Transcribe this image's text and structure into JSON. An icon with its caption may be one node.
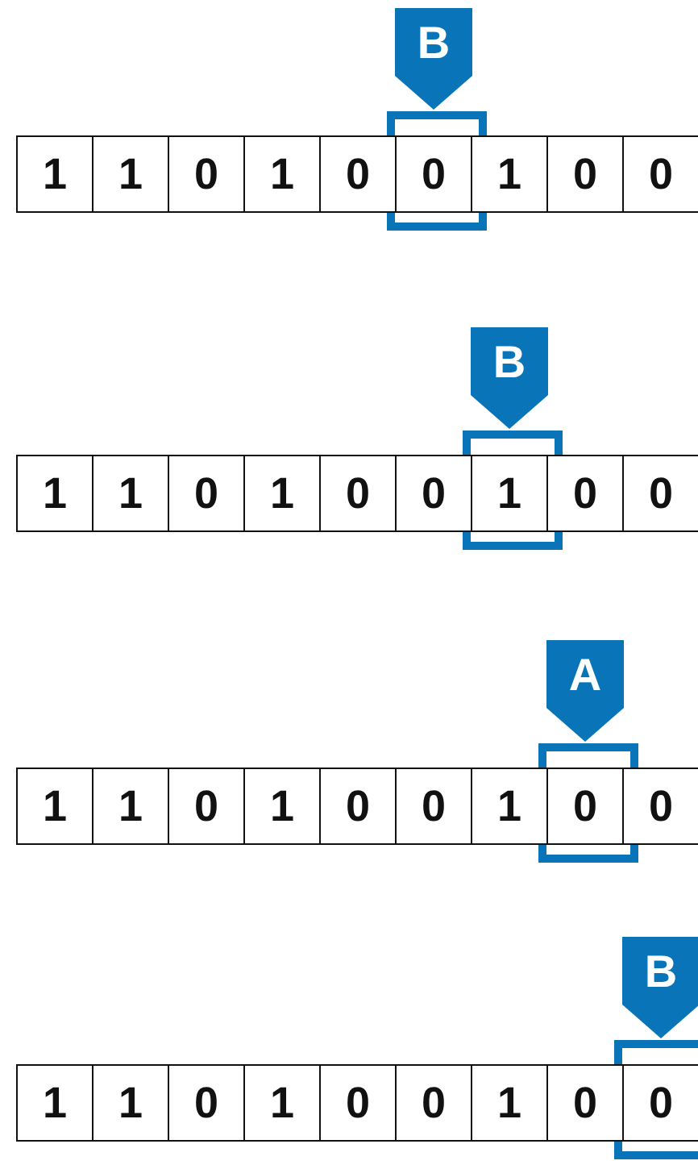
{
  "diagram": {
    "nodes": [
      {
        "text": [
          "B"
        ]
      },
      {
        "text": [
          "1"
        ]
      },
      {
        "text": [
          "1"
        ]
      },
      {
        "text": [
          "0"
        ]
      },
      {
        "text": [
          "1"
        ]
      },
      {
        "text": [
          "0"
        ]
      },
      {
        "text": [
          "0"
        ]
      },
      {
        "text": [
          "1"
        ]
      },
      {
        "text": [
          "0"
        ]
      },
      {
        "text": [
          "0"
        ]
      },
      {
        "text": [
          "B"
        ]
      },
      {
        "text": [
          "1"
        ]
      },
      {
        "text": [
          "1"
        ]
      },
      {
        "text": [
          "0"
        ]
      },
      {
        "text": [
          "1"
        ]
      },
      {
        "text": [
          "0"
        ]
      },
      {
        "text": [
          "0"
        ]
      },
      {
        "text": [
          "1"
        ]
      },
      {
        "text": [
          "0"
        ]
      },
      {
        "text": [
          "0"
        ]
      },
      {
        "text": [
          "A"
        ]
      },
      {
        "text": [
          "1"
        ]
      },
      {
        "text": [
          "1"
        ]
      },
      {
        "text": [
          "0"
        ]
      },
      {
        "text": [
          "1"
        ]
      },
      {
        "text": [
          "0"
        ]
      },
      {
        "text": [
          "0"
        ]
      },
      {
        "text": [
          "1"
        ]
      },
      {
        "text": [
          "0"
        ]
      },
      {
        "text": [
          "0"
        ]
      },
      {
        "text": [
          "B"
        ]
      },
      {
        "text": [
          "1"
        ]
      },
      {
        "text": [
          "1"
        ]
      },
      {
        "text": [
          "0"
        ]
      },
      {
        "text": [
          "1"
        ]
      },
      {
        "text": [
          "0"
        ]
      },
      {
        "text": [
          "0"
        ]
      },
      {
        "text": [
          "1"
        ]
      },
      {
        "text": [
          "0"
        ]
      },
      {
        "text": [
          "0"
        ]
      }
    ]
  }
}
